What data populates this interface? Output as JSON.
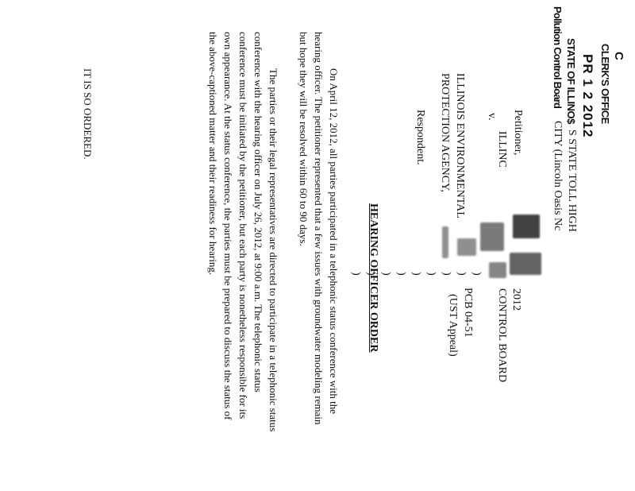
{
  "stamp": {
    "letter": "C",
    "office": "CLERK'S OFFICE",
    "date": "PR 1 2 2012",
    "state": "STATE OF ILLINO$",
    "board": "Pollution Control Board"
  },
  "caption": {
    "petitioner_line1": "S STATE TOLL HIGH",
    "petitioner_line2": "CITY (Lincoln Oasis Nc",
    "petitioner_label": "Petitioner,",
    "versus": "v.",
    "respondent_line1": "ILLINOIS ENVIRONMENTAL",
    "respondent_line2": "PROTECTION AGENCY,",
    "respondent_label": "Respondent."
  },
  "header": {
    "left": "ILLINC",
    "right": "CONTROL BOARD",
    "date": "2012"
  },
  "case": {
    "number": "PCB 04-51",
    "type": "(UST Appeal)"
  },
  "title": "HEARING OFFICER ORDER",
  "paragraphs": {
    "p1_l1": "On April 12, 2012, all parties participated in a telephonic status conference with the",
    "p1_l2": "hearing officer.  The petitioner represented that a few issues with groundwater modeling remain",
    "p1_l3": "but hope they will be resolved within 60 to 90 days.",
    "p2_l1": "The parties or their legal representatives are directed to participate in a telephonic status",
    "p2_l2": "conference with the hearing officer on July 26, 2012, at 9:00 a.m.  The telephonic status",
    "p2_l3": "conference must be initiated by the petitioner, but each party is nonetheless responsible for its",
    "p2_l4": "own appearance.  At the status conference, the parties must be prepared to discuss the status of",
    "p2_l5": "the above-captioned matter and their readiness for hearing.",
    "ordered": "IT IS SO ORDERED."
  }
}
